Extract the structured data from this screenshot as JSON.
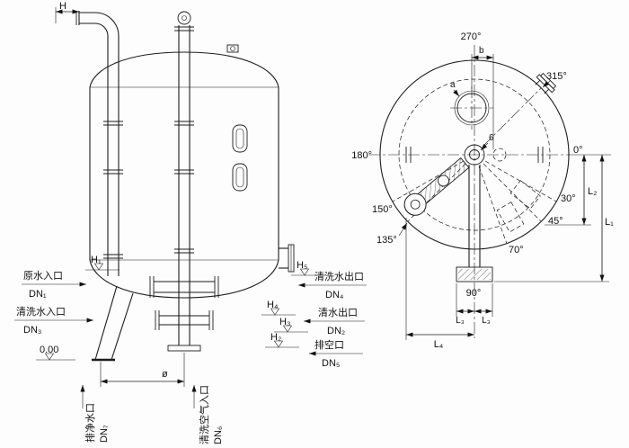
{
  "front": {
    "dim_h": "H",
    "h1": "H₁",
    "h2": "H₂",
    "h3": "H₃",
    "h4": "H₄",
    "h5": "H₅",
    "zero": "0.00",
    "dia": "ø",
    "raw_in": "原水入口",
    "raw_in_dn": "DN₁",
    "wash_in": "清洗水入口",
    "wash_in_dn": "DN₃",
    "wash_out": "清洗水出口",
    "wash_out_dn": "DN₄",
    "clean_out": "清水出口",
    "clean_out_dn": "DN₂",
    "vent": "排空口",
    "vent_dn": "DN₅",
    "drain": "排净水口",
    "drain_dn": "DN₇",
    "air_in": "清洗空气入口",
    "air_in_dn": "DN₆"
  },
  "plan": {
    "a0": "0°",
    "a30": "30°",
    "a45": "45°",
    "a70": "70°",
    "a90": "90°",
    "a135": "135°",
    "a150": "150°",
    "a180": "180°",
    "a270": "270°",
    "a315": "315°",
    "dim_a": "a",
    "dim_b": "b",
    "dim_6": "6",
    "l1": "L₁",
    "l2": "L₂",
    "l3a": "L₃",
    "l3b": "L₃",
    "l4": "L₄"
  }
}
